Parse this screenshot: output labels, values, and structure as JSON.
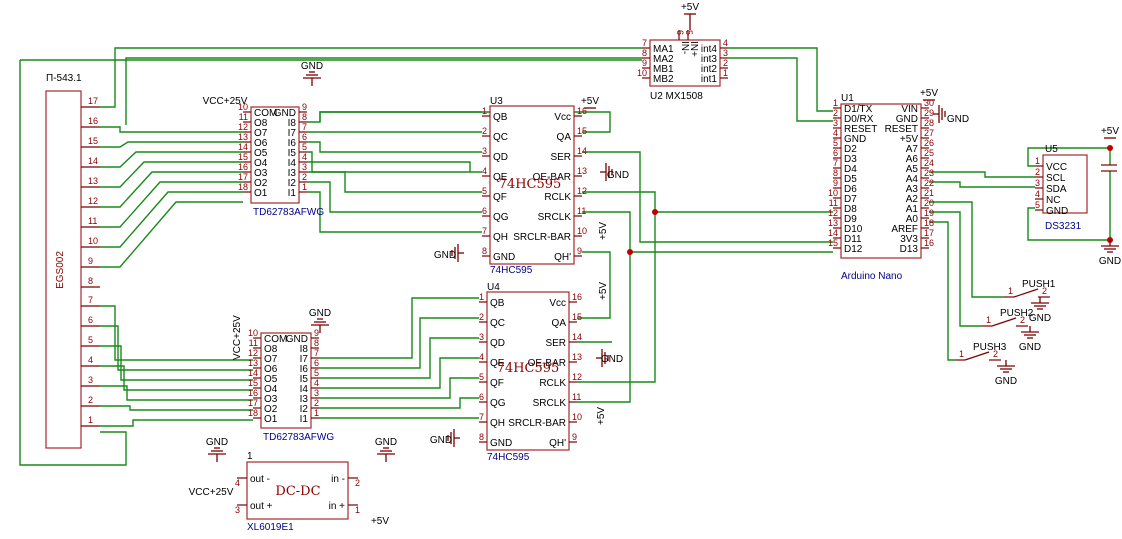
{
  "parts": {
    "u3": {
      "ref": "U3",
      "name": "74HC595",
      "footer": "74HC595",
      "left": [
        "QB",
        "QC",
        "QD",
        "QE",
        "QF",
        "QG",
        "QH",
        "GND"
      ],
      "right": [
        "Vcc",
        "QA",
        "SER",
        "OE-BAR",
        "RCLK",
        "SRCLK",
        "SRCLR-BAR",
        "QH'"
      ],
      "lnum": [
        "1",
        "2",
        "3",
        "4",
        "5",
        "6",
        "7",
        "8"
      ],
      "rnum": [
        "16",
        "15",
        "14",
        "13",
        "12",
        "11",
        "10",
        "9"
      ]
    },
    "u4": {
      "ref": "U4",
      "name": "74HC595",
      "footer": "74HC595",
      "left": [
        "QB",
        "QC",
        "QD",
        "QE",
        "QF",
        "QG",
        "QH",
        "GND"
      ],
      "right": [
        "Vcc",
        "QA",
        "SER",
        "OE-BAR",
        "RCLK",
        "SRCLK",
        "SRCLR-BAR",
        "QH'"
      ],
      "lnum": [
        "1",
        "2",
        "3",
        "4",
        "5",
        "6",
        "7",
        "8"
      ],
      "rnum": [
        "16",
        "15",
        "14",
        "13",
        "12",
        "11",
        "10",
        "9"
      ]
    },
    "td1": {
      "name": "TD62783AFWG",
      "left": [
        "COM",
        "O8",
        "O7",
        "O6",
        "O5",
        "O4",
        "O3",
        "O2",
        "O1"
      ],
      "right": [
        "GND",
        "I8",
        "I7",
        "I6",
        "I5",
        "I4",
        "I3",
        "I2",
        "I1"
      ],
      "lnum": [
        "10",
        "11",
        "12",
        "13",
        "14",
        "15",
        "16",
        "17",
        "18"
      ],
      "rnum": [
        "9",
        "8",
        "7",
        "6",
        "5",
        "4",
        "3",
        "2",
        "1"
      ]
    },
    "td2": {
      "name": "TD62783AFWG",
      "left": [
        "COM",
        "O8",
        "O7",
        "O6",
        "O5",
        "O4",
        "O3",
        "O2",
        "O1"
      ],
      "right": [
        "GND",
        "I8",
        "I7",
        "I6",
        "I5",
        "I4",
        "I3",
        "I2",
        "I1"
      ],
      "lnum": [
        "10",
        "11",
        "12",
        "13",
        "14",
        "15",
        "16",
        "17",
        "18"
      ],
      "rnum": [
        "9",
        "8",
        "7",
        "6",
        "5",
        "4",
        "3",
        "2",
        "1"
      ]
    },
    "u1": {
      "ref": "U1",
      "name": "Arduino Nano",
      "left": [
        "D1/TX",
        "D0/RX",
        "RESET",
        "GND",
        "D2",
        "D3",
        "D4",
        "D5",
        "D6",
        "D7",
        "D8",
        "D9",
        "D10",
        "D11",
        "D12"
      ],
      "right": [
        "VIN",
        "GND",
        "RESET",
        "+5V",
        "A7",
        "A6",
        "A5",
        "A4",
        "A3",
        "A2",
        "A1",
        "A0",
        "AREF",
        "3V3",
        "D13"
      ],
      "lnum": [
        "1",
        "2",
        "3",
        "4",
        "5",
        "6",
        "7",
        "8",
        "9",
        "10",
        "11",
        "12",
        "13",
        "14",
        "15"
      ],
      "rnum": [
        "30",
        "29",
        "28",
        "27",
        "26",
        "25",
        "24",
        "23",
        "22",
        "21",
        "20",
        "19",
        "18",
        "17",
        "16"
      ]
    },
    "u2": {
      "ref": "U2",
      "name": "MX1508",
      "left": [
        "MA1",
        "MA2",
        "MB1",
        "MB2"
      ],
      "right": [
        "int4",
        "int3",
        "int2",
        "int1"
      ],
      "lnum": [
        "7",
        "8",
        "9",
        "10"
      ],
      "rnum": [
        "4",
        "3",
        "2",
        "1"
      ],
      "top": [
        "IN-",
        "IN+"
      ],
      "topnum": [
        "6",
        "5"
      ]
    },
    "u5": {
      "ref": "U5",
      "name": "DS3231",
      "left": [
        "VCC",
        "SCL",
        "SDA",
        "NC",
        "GND"
      ],
      "lnum": [
        "1",
        "2",
        "3",
        "4",
        "5"
      ]
    },
    "disp": {
      "name": "П-543.1",
      "body": "EGS002",
      "pins": [
        "17",
        "16",
        "15",
        "14",
        "13",
        "12",
        "11",
        "10",
        "9",
        "8",
        "7",
        "6",
        "5",
        "4",
        "3",
        "2",
        "1"
      ]
    },
    "dcdc": {
      "ref": "1",
      "name": "DC-DC",
      "footer": "XL6019E1",
      "left": [
        "out -",
        "out +"
      ],
      "lnum": [
        "4",
        "3"
      ],
      "right": [
        "in -",
        "in +"
      ],
      "rnum": [
        "2",
        "1"
      ]
    },
    "push1": {
      "name": "PUSH1",
      "p1": "1",
      "p2": "2"
    },
    "push2": {
      "name": "PUSH2",
      "p1": "1",
      "p2": "2"
    },
    "push3": {
      "name": "PUSH3",
      "p1": "1",
      "p2": "2"
    }
  },
  "nets": {
    "gnd": "GND",
    "p5v": "+5V",
    "vcc25": "VCC+25V",
    "vcc25b": "VCC+25V"
  },
  "colors": {
    "wire": "#1a8a1a",
    "part": "#a52a2a",
    "junction": "#c00000"
  }
}
